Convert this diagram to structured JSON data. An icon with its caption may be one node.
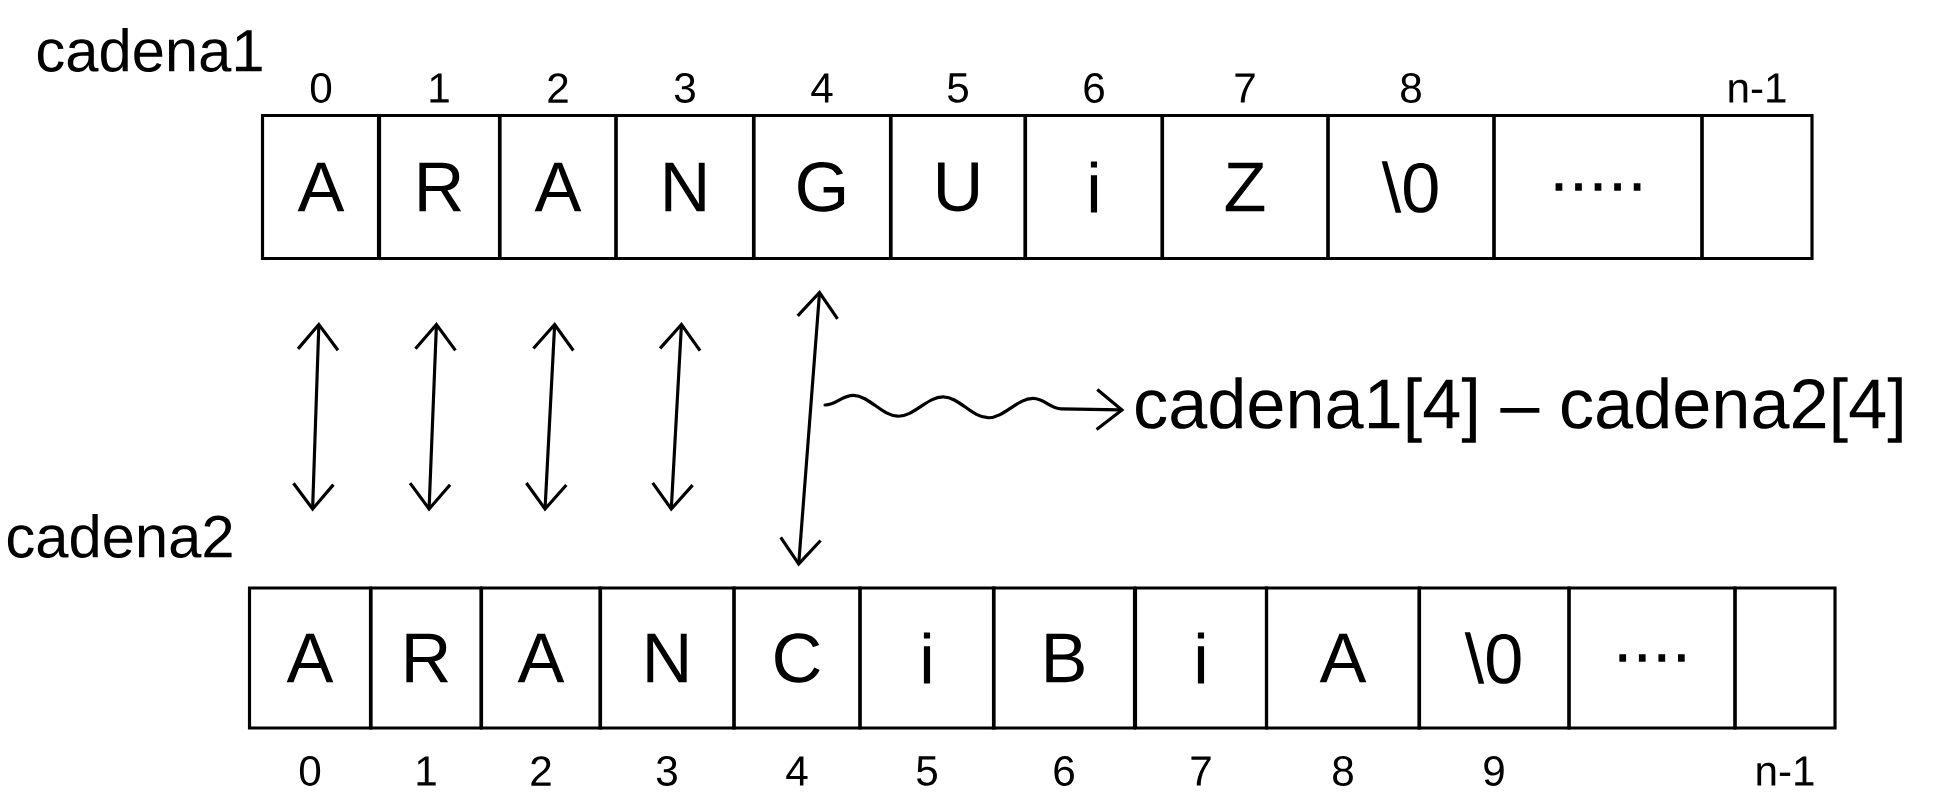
{
  "diagram": {
    "nodes": [
      {
        "text": [
          "A"
        ],
        "beside": [
          "0"
        ]
      },
      {
        "text": [
          "R"
        ],
        "beside": [
          "1"
        ]
      },
      {
        "text": [
          "A"
        ],
        "beside": [
          "2"
        ]
      },
      {
        "text": [
          "N"
        ],
        "beside": [
          "3"
        ]
      },
      {
        "text": [
          "G"
        ],
        "beside": [
          "4"
        ]
      },
      {
        "text": [
          "U"
        ],
        "beside": [
          "5"
        ]
      },
      {
        "text": [
          "i"
        ],
        "beside": [
          "6"
        ]
      },
      {
        "text": [
          "Z"
        ],
        "beside": [
          "7"
        ]
      },
      {
        "text": [
          "\\0"
        ],
        "beside": [
          "8"
        ]
      },
      {
        "text": [
          "....."
        ]
      },
      {
        "text": [],
        "shape": "box",
        "beside": [
          "n-1"
        ]
      },
      {
        "text": [
          "A"
        ],
        "beside": [
          "0"
        ]
      },
      {
        "text": [
          "R"
        ],
        "beside": [
          "1"
        ]
      },
      {
        "text": [
          "A"
        ],
        "beside": [
          "2"
        ]
      },
      {
        "text": [
          "N"
        ],
        "beside": [
          "3"
        ]
      },
      {
        "text": [
          "C"
        ],
        "beside": [
          "4"
        ]
      },
      {
        "text": [
          "i"
        ],
        "beside": [
          "5"
        ]
      },
      {
        "text": [
          "B"
        ],
        "beside": [
          "6"
        ]
      },
      {
        "text": [
          "i"
        ],
        "beside": [
          "7"
        ]
      },
      {
        "text": [
          "A"
        ],
        "beside": [
          "8"
        ]
      },
      {
        "text": [
          "\\0"
        ],
        "beside": [
          "9"
        ]
      },
      {
        "text": [
          "...."
        ]
      },
      {
        "text": [],
        "shape": "box",
        "beside": [
          "n-1"
        ]
      },
      {
        "text": [
          "cadena1[4] – cadena2[4]"
        ]
      }
    ],
    "edges": [
      {
        "from": 0,
        "to": 11,
        "arrow": "both"
      },
      {
        "from": 1,
        "to": 12,
        "arrow": "both"
      },
      {
        "from": 2,
        "to": 13,
        "arrow": "both"
      },
      {
        "from": 3,
        "to": 14,
        "arrow": "both"
      },
      {
        "from": 4,
        "to": 15,
        "arrow": "both"
      },
      {
        "from": null,
        "to": 23,
        "arrow": "to"
      }
    ],
    "labels": [
      "cadena1",
      "cadena2"
    ]
  }
}
